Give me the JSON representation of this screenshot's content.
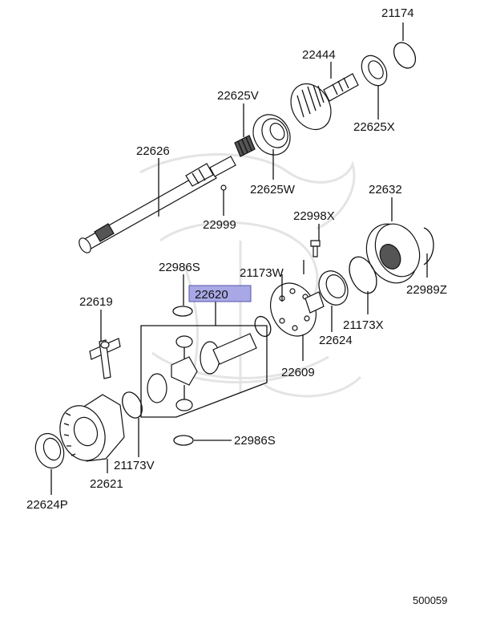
{
  "diagram": {
    "highlight_color": "#a8a8e6",
    "labels": {
      "p21174": "21174",
      "p22444": "22444",
      "p22625V": "22625V",
      "p22625X": "22625X",
      "p22626": "22626",
      "p22625W": "22625W",
      "p22999": "22999",
      "p22632": "22632",
      "p22998X": "22998X",
      "p22986S_top": "22986S",
      "p21173W": "21173W",
      "p22989Z": "22989Z",
      "p22620": "22620",
      "p22619": "22619",
      "p21173X": "21173X",
      "p22624": "22624",
      "p22609": "22609",
      "p22986S_bottom": "22986S",
      "p21173V": "21173V",
      "p22621": "22621",
      "p22624P": "22624P"
    },
    "diagram_code": "500059"
  }
}
